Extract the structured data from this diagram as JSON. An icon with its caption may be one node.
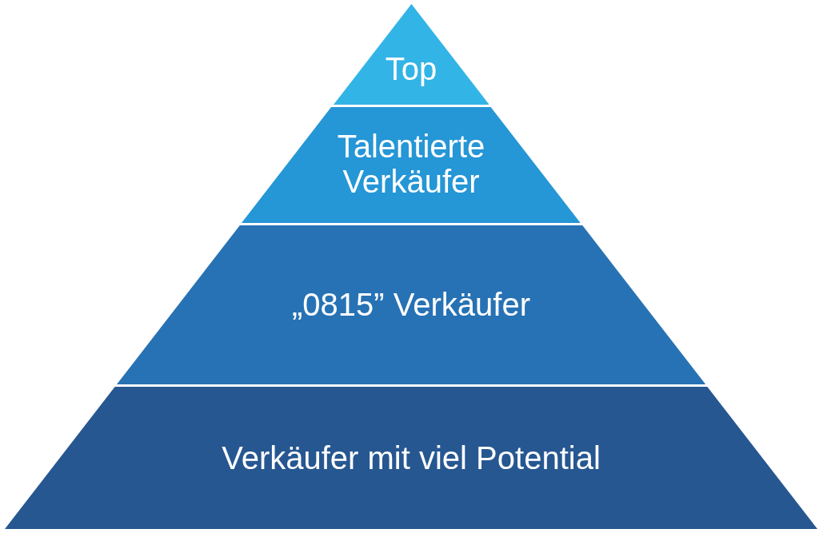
{
  "diagram": {
    "nodes": [
      {
        "text": [
          "Top"
        ]
      },
      {
        "text": [
          "Talentierte Verkäufer"
        ]
      },
      {
        "text": [
          "„0815” Verkäufer"
        ]
      },
      {
        "text": [
          "Verkäufer mit viel Potential"
        ]
      }
    ]
  }
}
